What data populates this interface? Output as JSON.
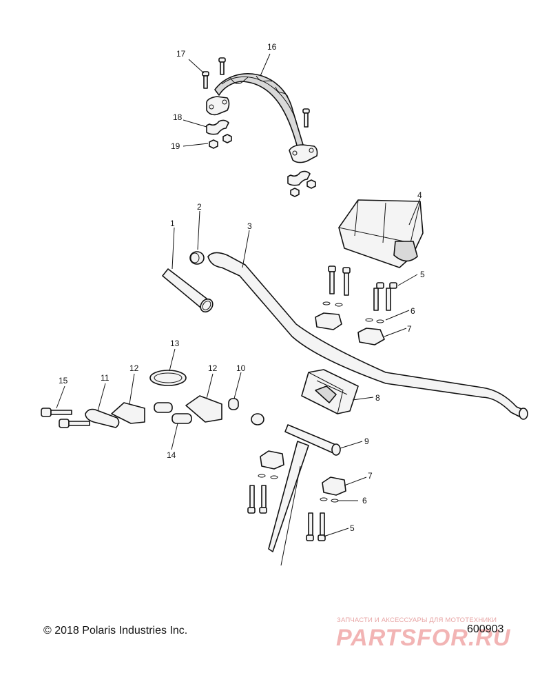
{
  "diagram": {
    "callouts": {
      "c1": "1",
      "c2": "2",
      "c3": "3",
      "c4": "4",
      "c5a": "5",
      "c5b": "5",
      "c6a": "6",
      "c6b": "6",
      "c7a": "7",
      "c7b": "7",
      "c8": "8",
      "c9": "9",
      "c10": "10",
      "c11": "11",
      "c12a": "12",
      "c12b": "12",
      "c13": "13",
      "c14": "14",
      "c15": "15",
      "c16": "16",
      "c17": "17",
      "c18": "18",
      "c19": "19"
    }
  },
  "footer": {
    "copyright": "© 2018 Polaris Industries Inc.",
    "figure_number": "600903"
  },
  "watermark": {
    "tagline": "ЗАПЧАСТИ И АКСЕССУАРЫ ДЛЯ МОТОТЕХНИКИ",
    "logo": "PARTSFOR.RU"
  }
}
